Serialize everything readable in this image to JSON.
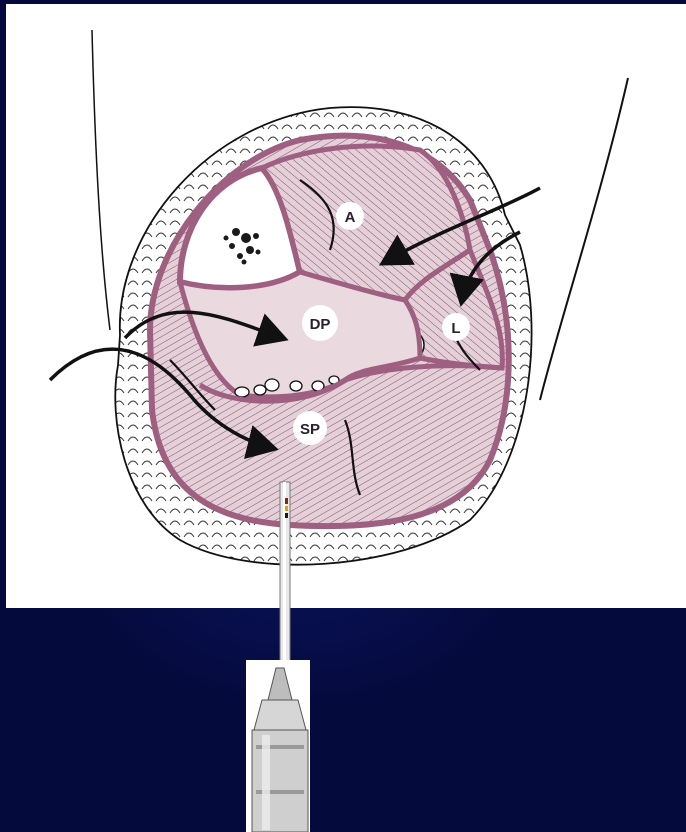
{
  "colors": {
    "slide_background": "#050a3c",
    "panel_background": "#ffffff",
    "compartment_fascia": "#9e5f80",
    "compartment_fill": "#e6cfd8",
    "ink": "#1a1a1a",
    "syringe_body": "#cfcfcf"
  },
  "compartments": [
    {
      "id": "anterior",
      "label": "A"
    },
    {
      "id": "deep-posterior",
      "label": "DP"
    },
    {
      "id": "lateral",
      "label": "L"
    },
    {
      "id": "superficial-posterior",
      "label": "SP"
    }
  ],
  "instruments": [
    "needle-icon",
    "syringe-icon"
  ]
}
